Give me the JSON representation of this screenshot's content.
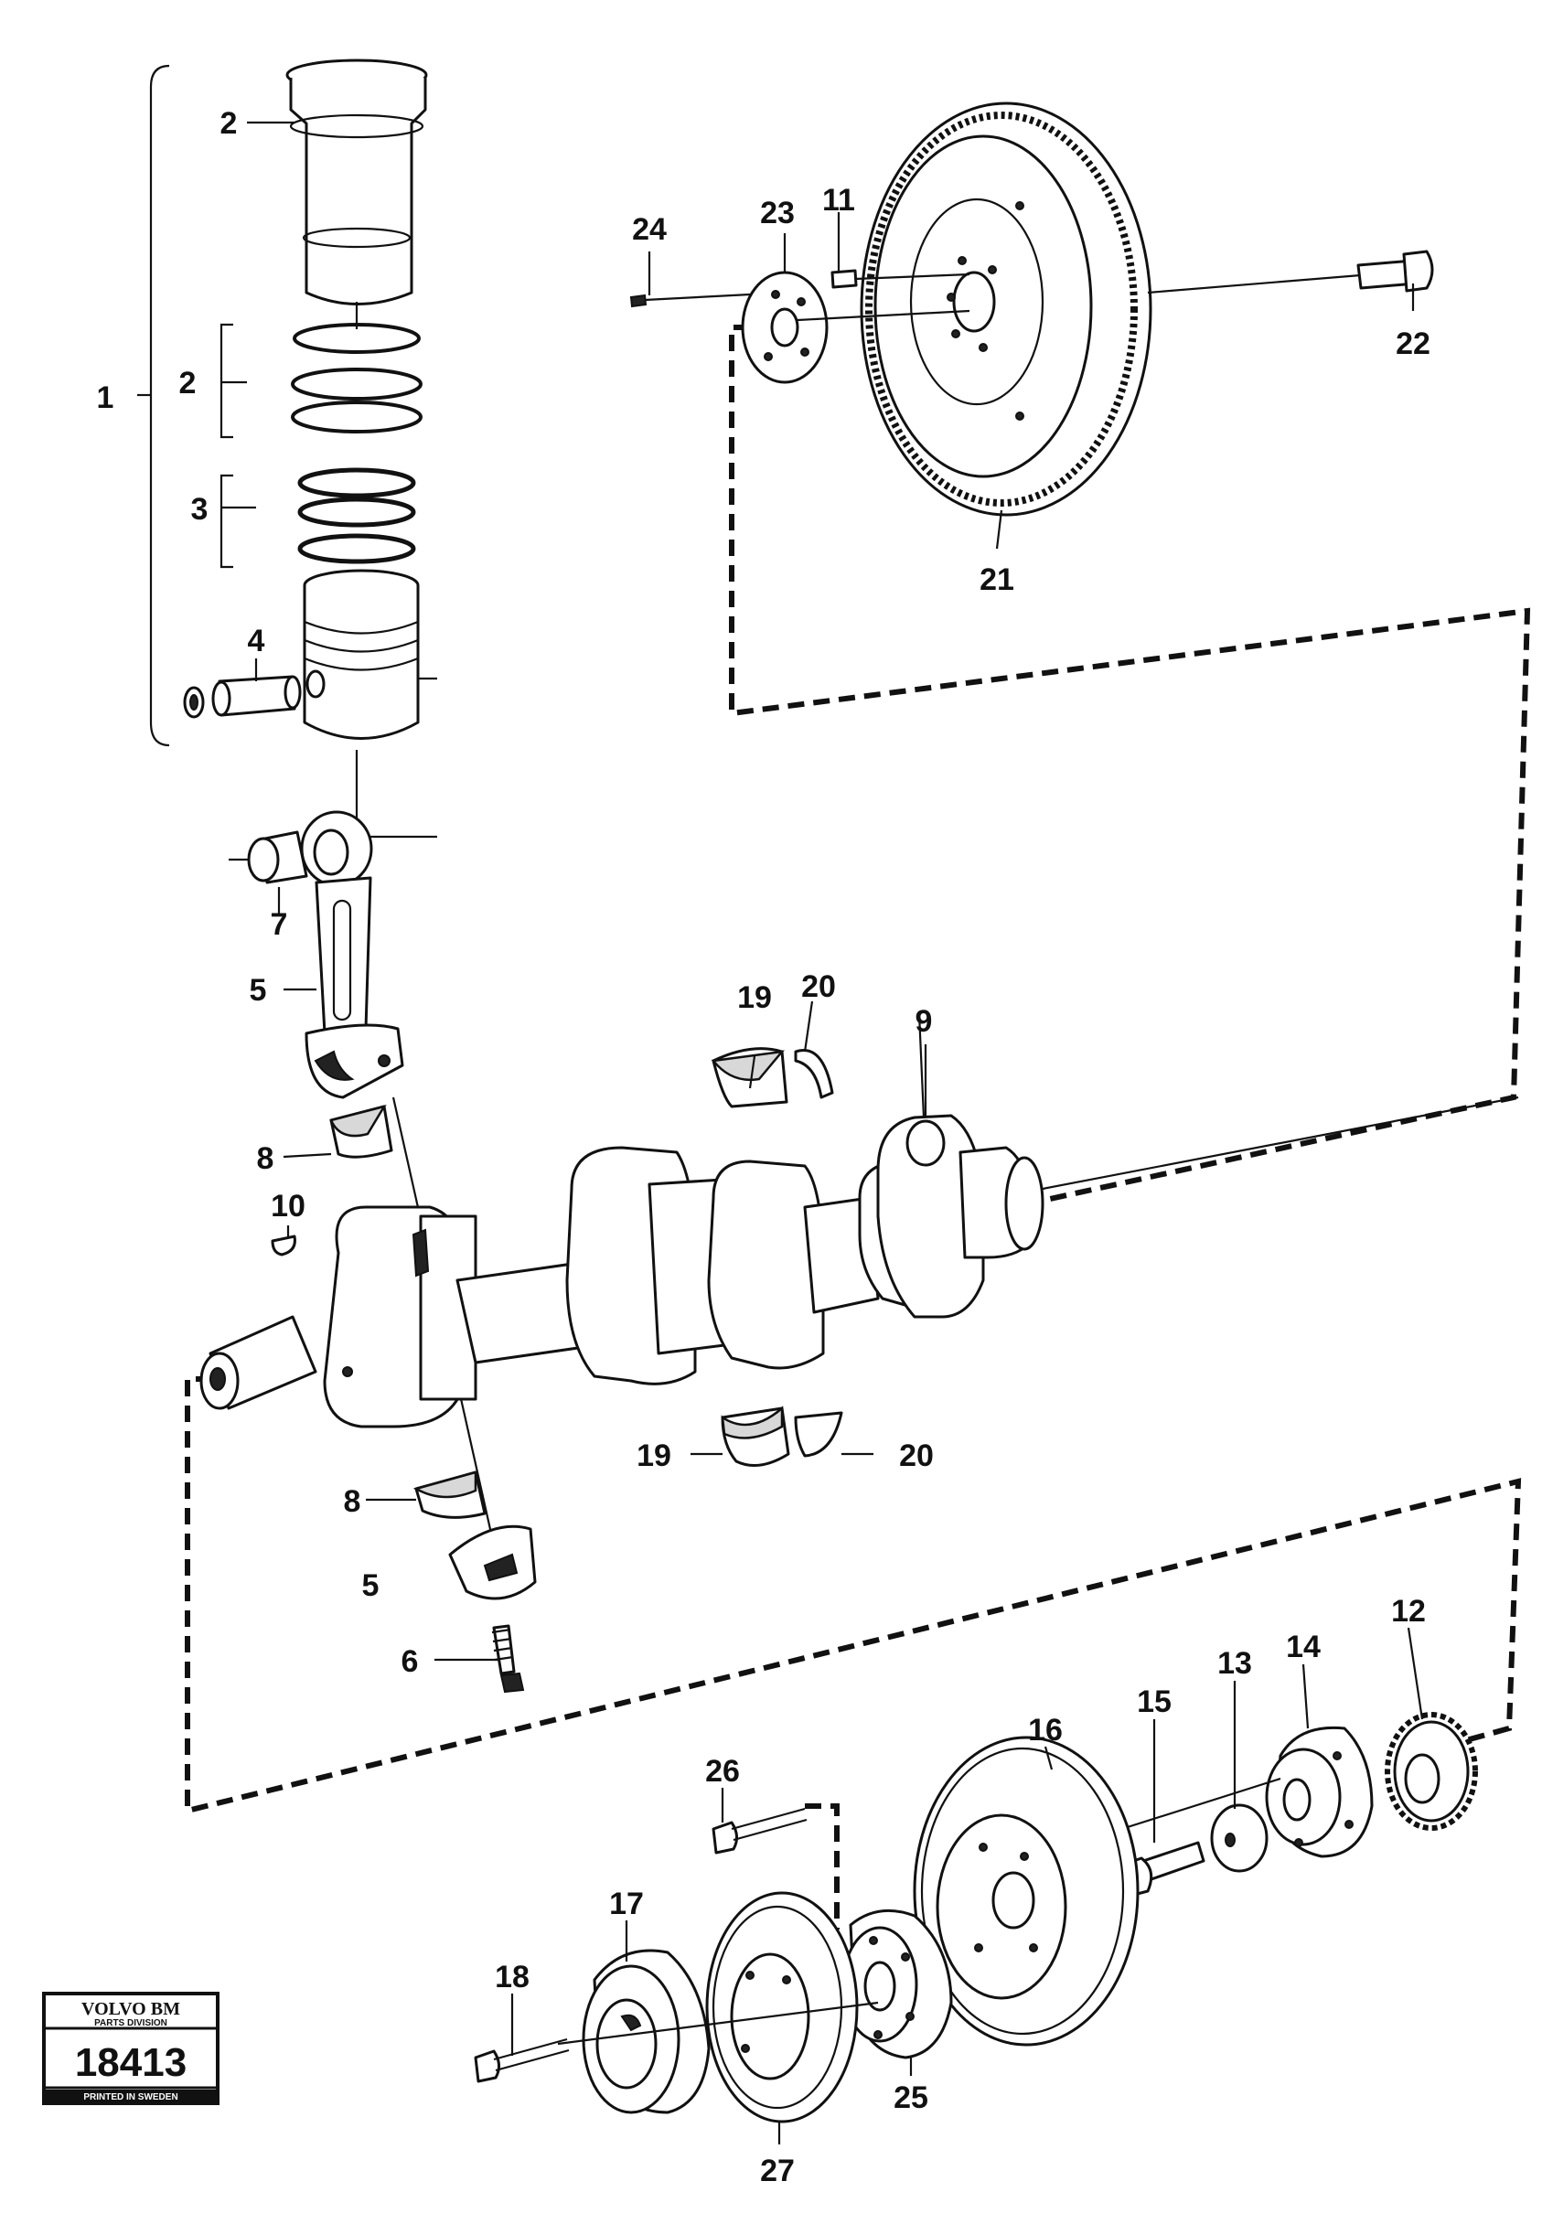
{
  "callouts": {
    "c1": "1",
    "c2_top": "2",
    "c2_mid": "2",
    "c3": "3",
    "c4": "4",
    "c5_rod": "5",
    "c5_cap": "5",
    "c6": "6",
    "c7": "7",
    "c8_top": "8",
    "c8_bot": "8",
    "c9": "9",
    "c10": "10",
    "c11": "11",
    "c12": "12",
    "c13": "13",
    "c14": "14",
    "c15": "15",
    "c16": "16",
    "c17": "17",
    "c18": "18",
    "c19_top": "19",
    "c19_bot": "19",
    "c20_top": "20",
    "c20_bot": "20",
    "c21": "21",
    "c22": "22",
    "c23": "23",
    "c24": "24",
    "c25": "25",
    "c26": "26",
    "c27": "27"
  },
  "stamp": {
    "brand": "VOLVO BM",
    "division": "PARTS DIVISION",
    "number": "18413",
    "printed": "PRINTED IN SWEDEN"
  }
}
